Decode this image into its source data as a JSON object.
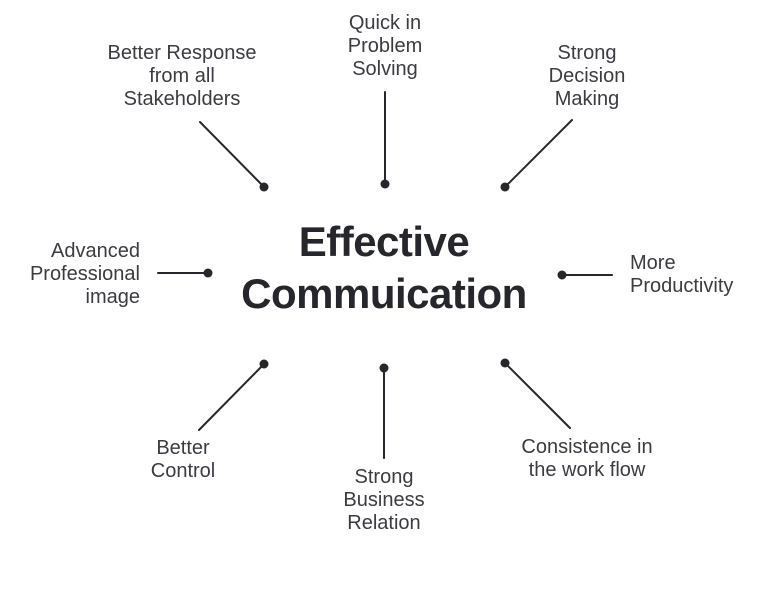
{
  "diagram": {
    "title": {
      "line1": "Effective",
      "line2": "Commuication"
    },
    "nodes": [
      {
        "id": "better-response",
        "position": "top-left",
        "label": "Better Response\nfrom all\nStakeholders"
      },
      {
        "id": "quick-problem-solving",
        "position": "top-center",
        "label": "Quick in\nProblem\nSolving"
      },
      {
        "id": "strong-decision-making",
        "position": "top-right",
        "label": "Strong\nDecision\nMaking"
      },
      {
        "id": "advanced-professional-image",
        "position": "left",
        "label": "Advanced\nProfessional\nimage"
      },
      {
        "id": "more-productivity",
        "position": "right",
        "label": "More\nProductivity"
      },
      {
        "id": "better-control",
        "position": "bottom-left",
        "label": "Better\nControl"
      },
      {
        "id": "strong-business-relation",
        "position": "bottom-center",
        "label": "Strong\nBusiness\nRelation"
      },
      {
        "id": "consistence-work-flow",
        "position": "bottom-right",
        "label": "Consistence in\nthe work flow"
      }
    ],
    "colors": {
      "background": "#ffffff",
      "title_text": "#26262d",
      "label_text": "#3b3b42",
      "connector": "#26262c"
    }
  }
}
